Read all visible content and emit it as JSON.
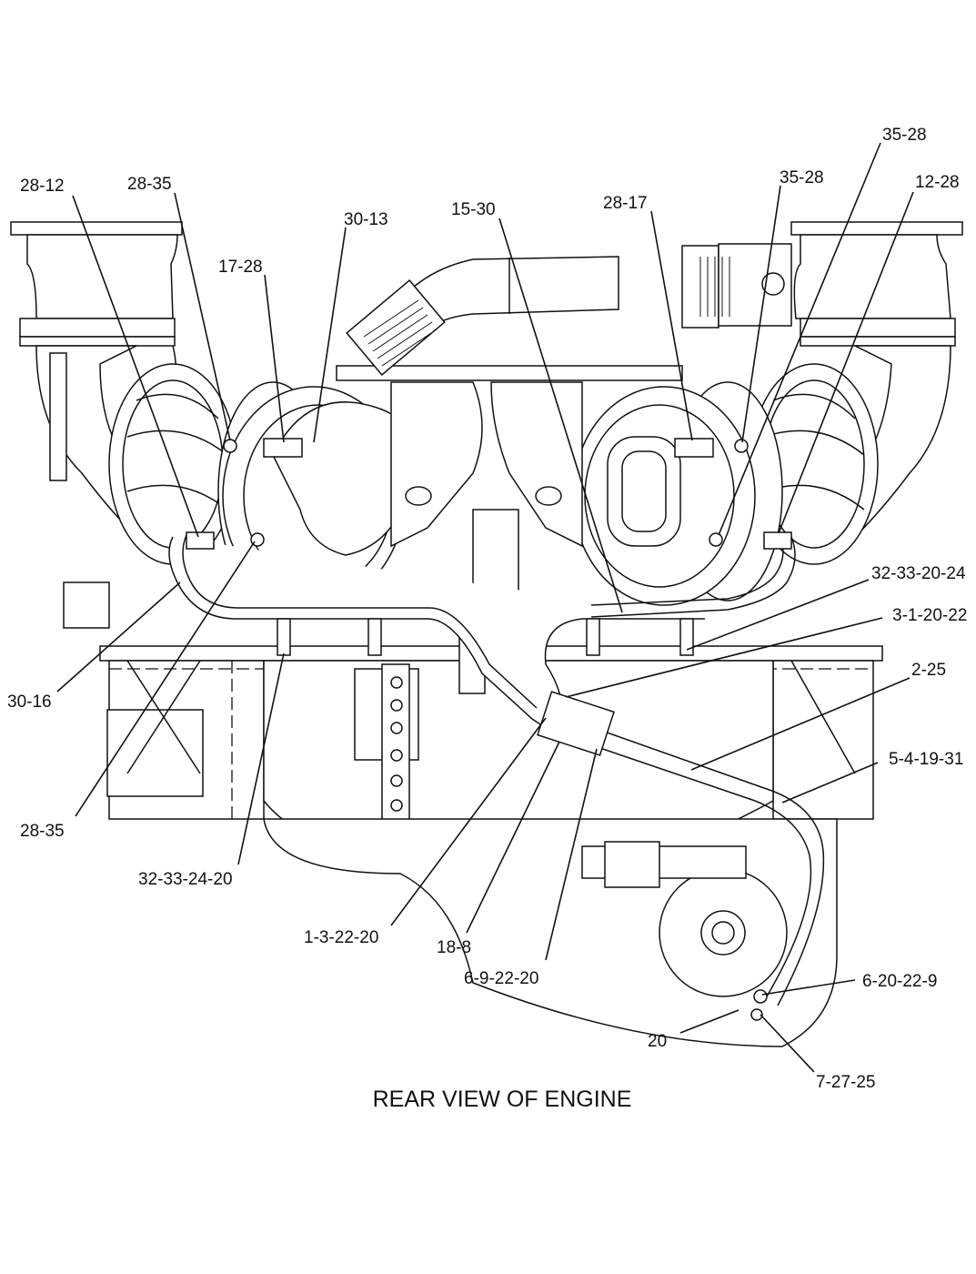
{
  "caption": "REAR VIEW OF ENGINE",
  "callouts": {
    "c28_12": "28-12",
    "c28_35_top": "28-35",
    "c30_13": "30-13",
    "c17_28": "17-28",
    "c15_30": "15-30",
    "c28_17": "28-17",
    "c35_28_mid": "35-28",
    "c35_28_top": "35-28",
    "c12_28": "12-28",
    "c32_33_20_24": "32-33-20-24",
    "c3_1_20_22": "3-1-20-22",
    "c2_25": "2-25",
    "c5_4_19_31": "5-4-19-31",
    "c30_16": "30-16",
    "c28_35_bottom": "28-35",
    "c32_33_24_20": "32-33-24-20",
    "c1_3_22_20": "1-3-22-20",
    "c18_8": "18-8",
    "c6_9_22_20": "6-9-22-20",
    "c6_20_22_9": "6-20-22-9",
    "c20": "20",
    "c7_27_25": "7-27-25"
  }
}
